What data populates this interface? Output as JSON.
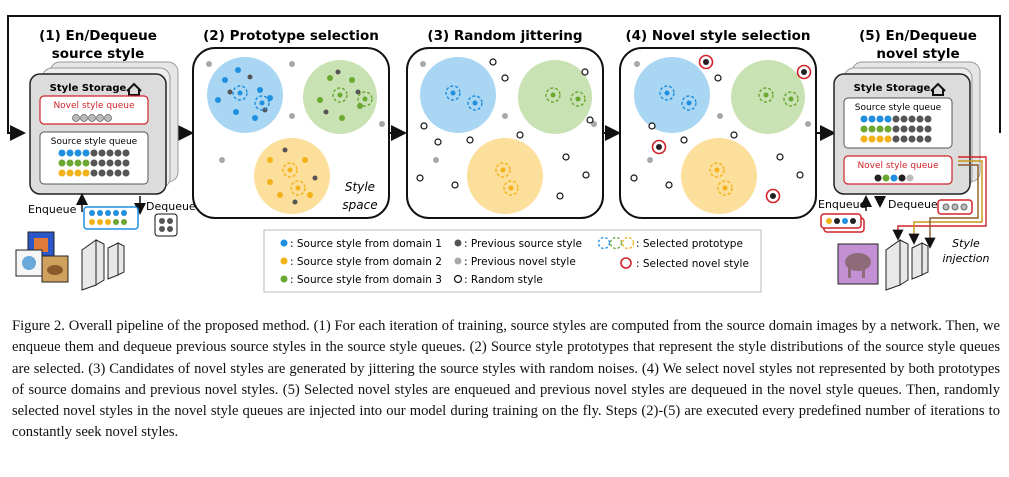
{
  "steps": {
    "s1": {
      "line1": "(1) En/Dequeue",
      "line2": "source style"
    },
    "s2": {
      "label": "(2) Prototype selection"
    },
    "s3": {
      "label": "(3) Random jittering"
    },
    "s4": {
      "label": "(4) Novel style selection"
    },
    "s5": {
      "line1": "(5) En/Dequeue",
      "line2": "novel style"
    }
  },
  "storage": {
    "title": "Style Storage",
    "novel_queue": "Novel style queue",
    "source_queue": "Source style queue"
  },
  "labels": {
    "enqueue": "Enqueue",
    "dequeue": "Dequeue",
    "style_space_1": "Style",
    "style_space_2": "space",
    "style_injection_1": "Style",
    "style_injection_2": "injection"
  },
  "legend": {
    "d1": ": Source style from domain 1",
    "d2": ": Source style from domain 2",
    "d3": ": Source style from domain 3",
    "prev_source": ": Previous source style",
    "prev_novel": ": Previous novel style",
    "random": ": Random style",
    "selected_proto": ": Selected prototype",
    "selected_novel": ": Selected novel style"
  },
  "colors": {
    "domain1": "#1f8fe0",
    "domain2": "#f3b21a",
    "domain3": "#6aa832",
    "domain1_bg": "#a9d6f3",
    "domain2_bg": "#fbdf9a",
    "domain3_bg": "#c9e2b3",
    "previous_source": "#555555",
    "previous_novel": "#a8a8a8",
    "selected_novel": "#d0232a"
  },
  "caption": {
    "text": "Figure 2. Overall pipeline of the proposed method. (1) For each iteration of training, source styles are computed from the source domain images by a network. Then, we enqueue them and dequeue previous source styles in the source style queues. (2) Source style prototypes that represent the style distributions of the source style queues are selected. (3) Candidates of novel styles are generated by jittering the source styles with random noises. (4) We select novel styles not represented by both prototypes of source domains and previous novel styles. (5) Selected novel styles are enqueued and previous novel styles are dequeued in the novel style queues. Then, randomly selected novel styles in the novel style queues are injected into our model during training on the fly. Steps (2)-(5) are executed every predefined number of iterations to constantly seek novel styles."
  }
}
